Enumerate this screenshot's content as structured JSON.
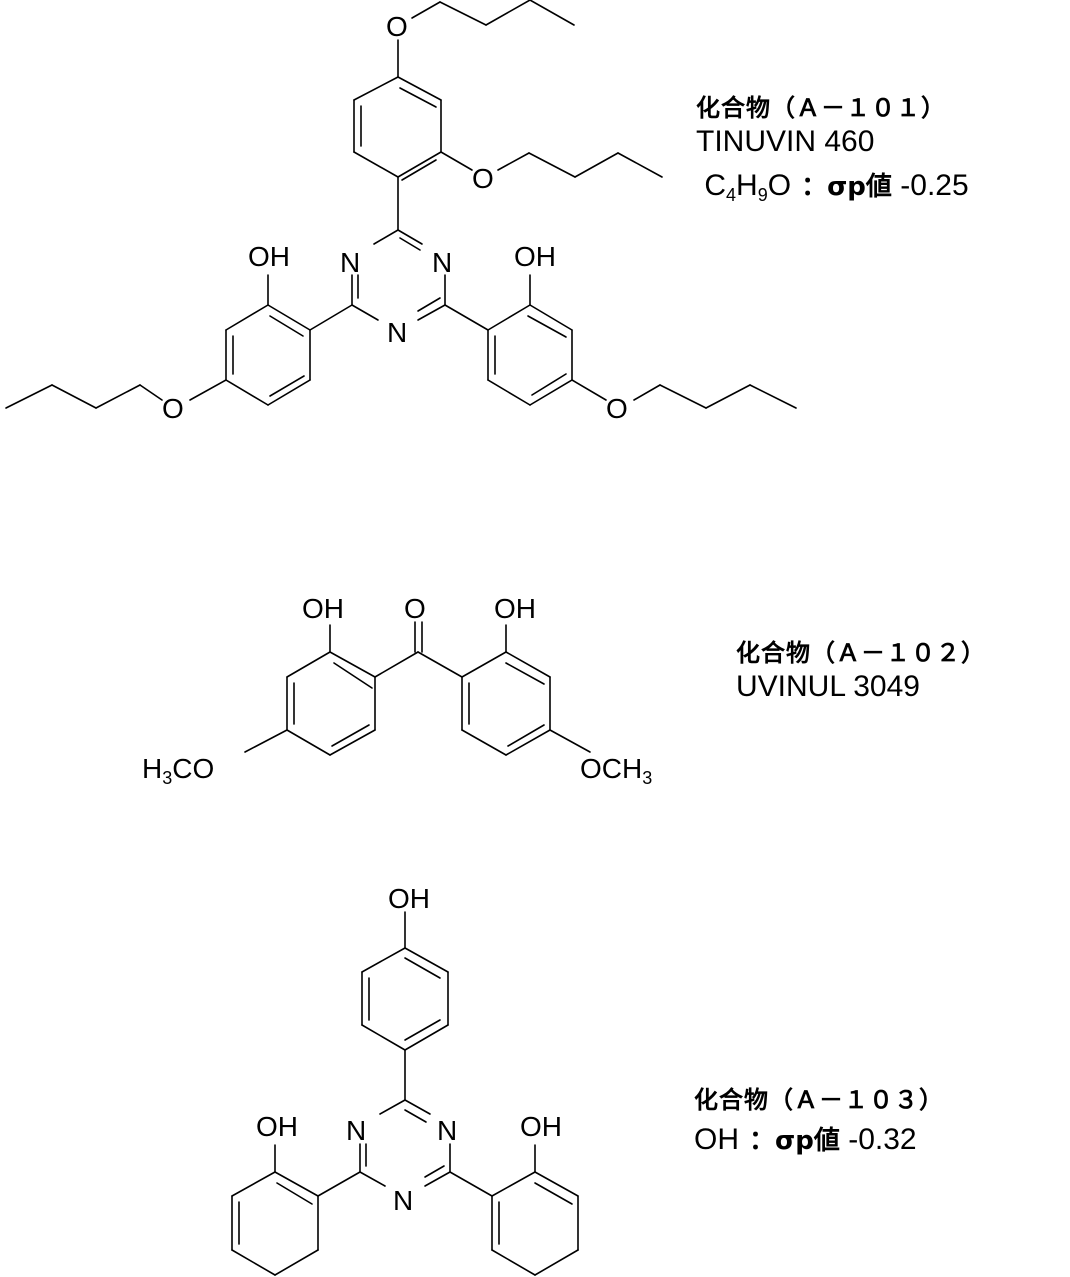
{
  "compounds": [
    {
      "id": "A-101",
      "title": "化合物（Ａ－１０１）",
      "trade_name": "TINUVIN 460",
      "substituent": {
        "formula_main": "C",
        "sub1": "4",
        "mid": "H",
        "sub2": "9",
        "tail": "O",
        "sigma_label": "：σp値",
        "sigma_value": "-0.25"
      },
      "atom_labels": {
        "oh": "OH",
        "n": "N",
        "o": "O"
      }
    },
    {
      "id": "A-102",
      "title": "化合物（Ａ－１０２）",
      "trade_name": "UVINUL 3049",
      "atom_labels": {
        "oh": "OH",
        "o": "O",
        "h3co_h": "H",
        "h3co_3": "3",
        "h3co_co": "CO",
        "och3_oc": "OCH",
        "och3_3": "3"
      }
    },
    {
      "id": "A-103",
      "title": "化合物（Ａ－１０３）",
      "substituent": {
        "group": "OH",
        "sigma_label": "：σp値",
        "sigma_value": "-0.32"
      },
      "atom_labels": {
        "oh": "OH",
        "n": "N"
      }
    }
  ]
}
